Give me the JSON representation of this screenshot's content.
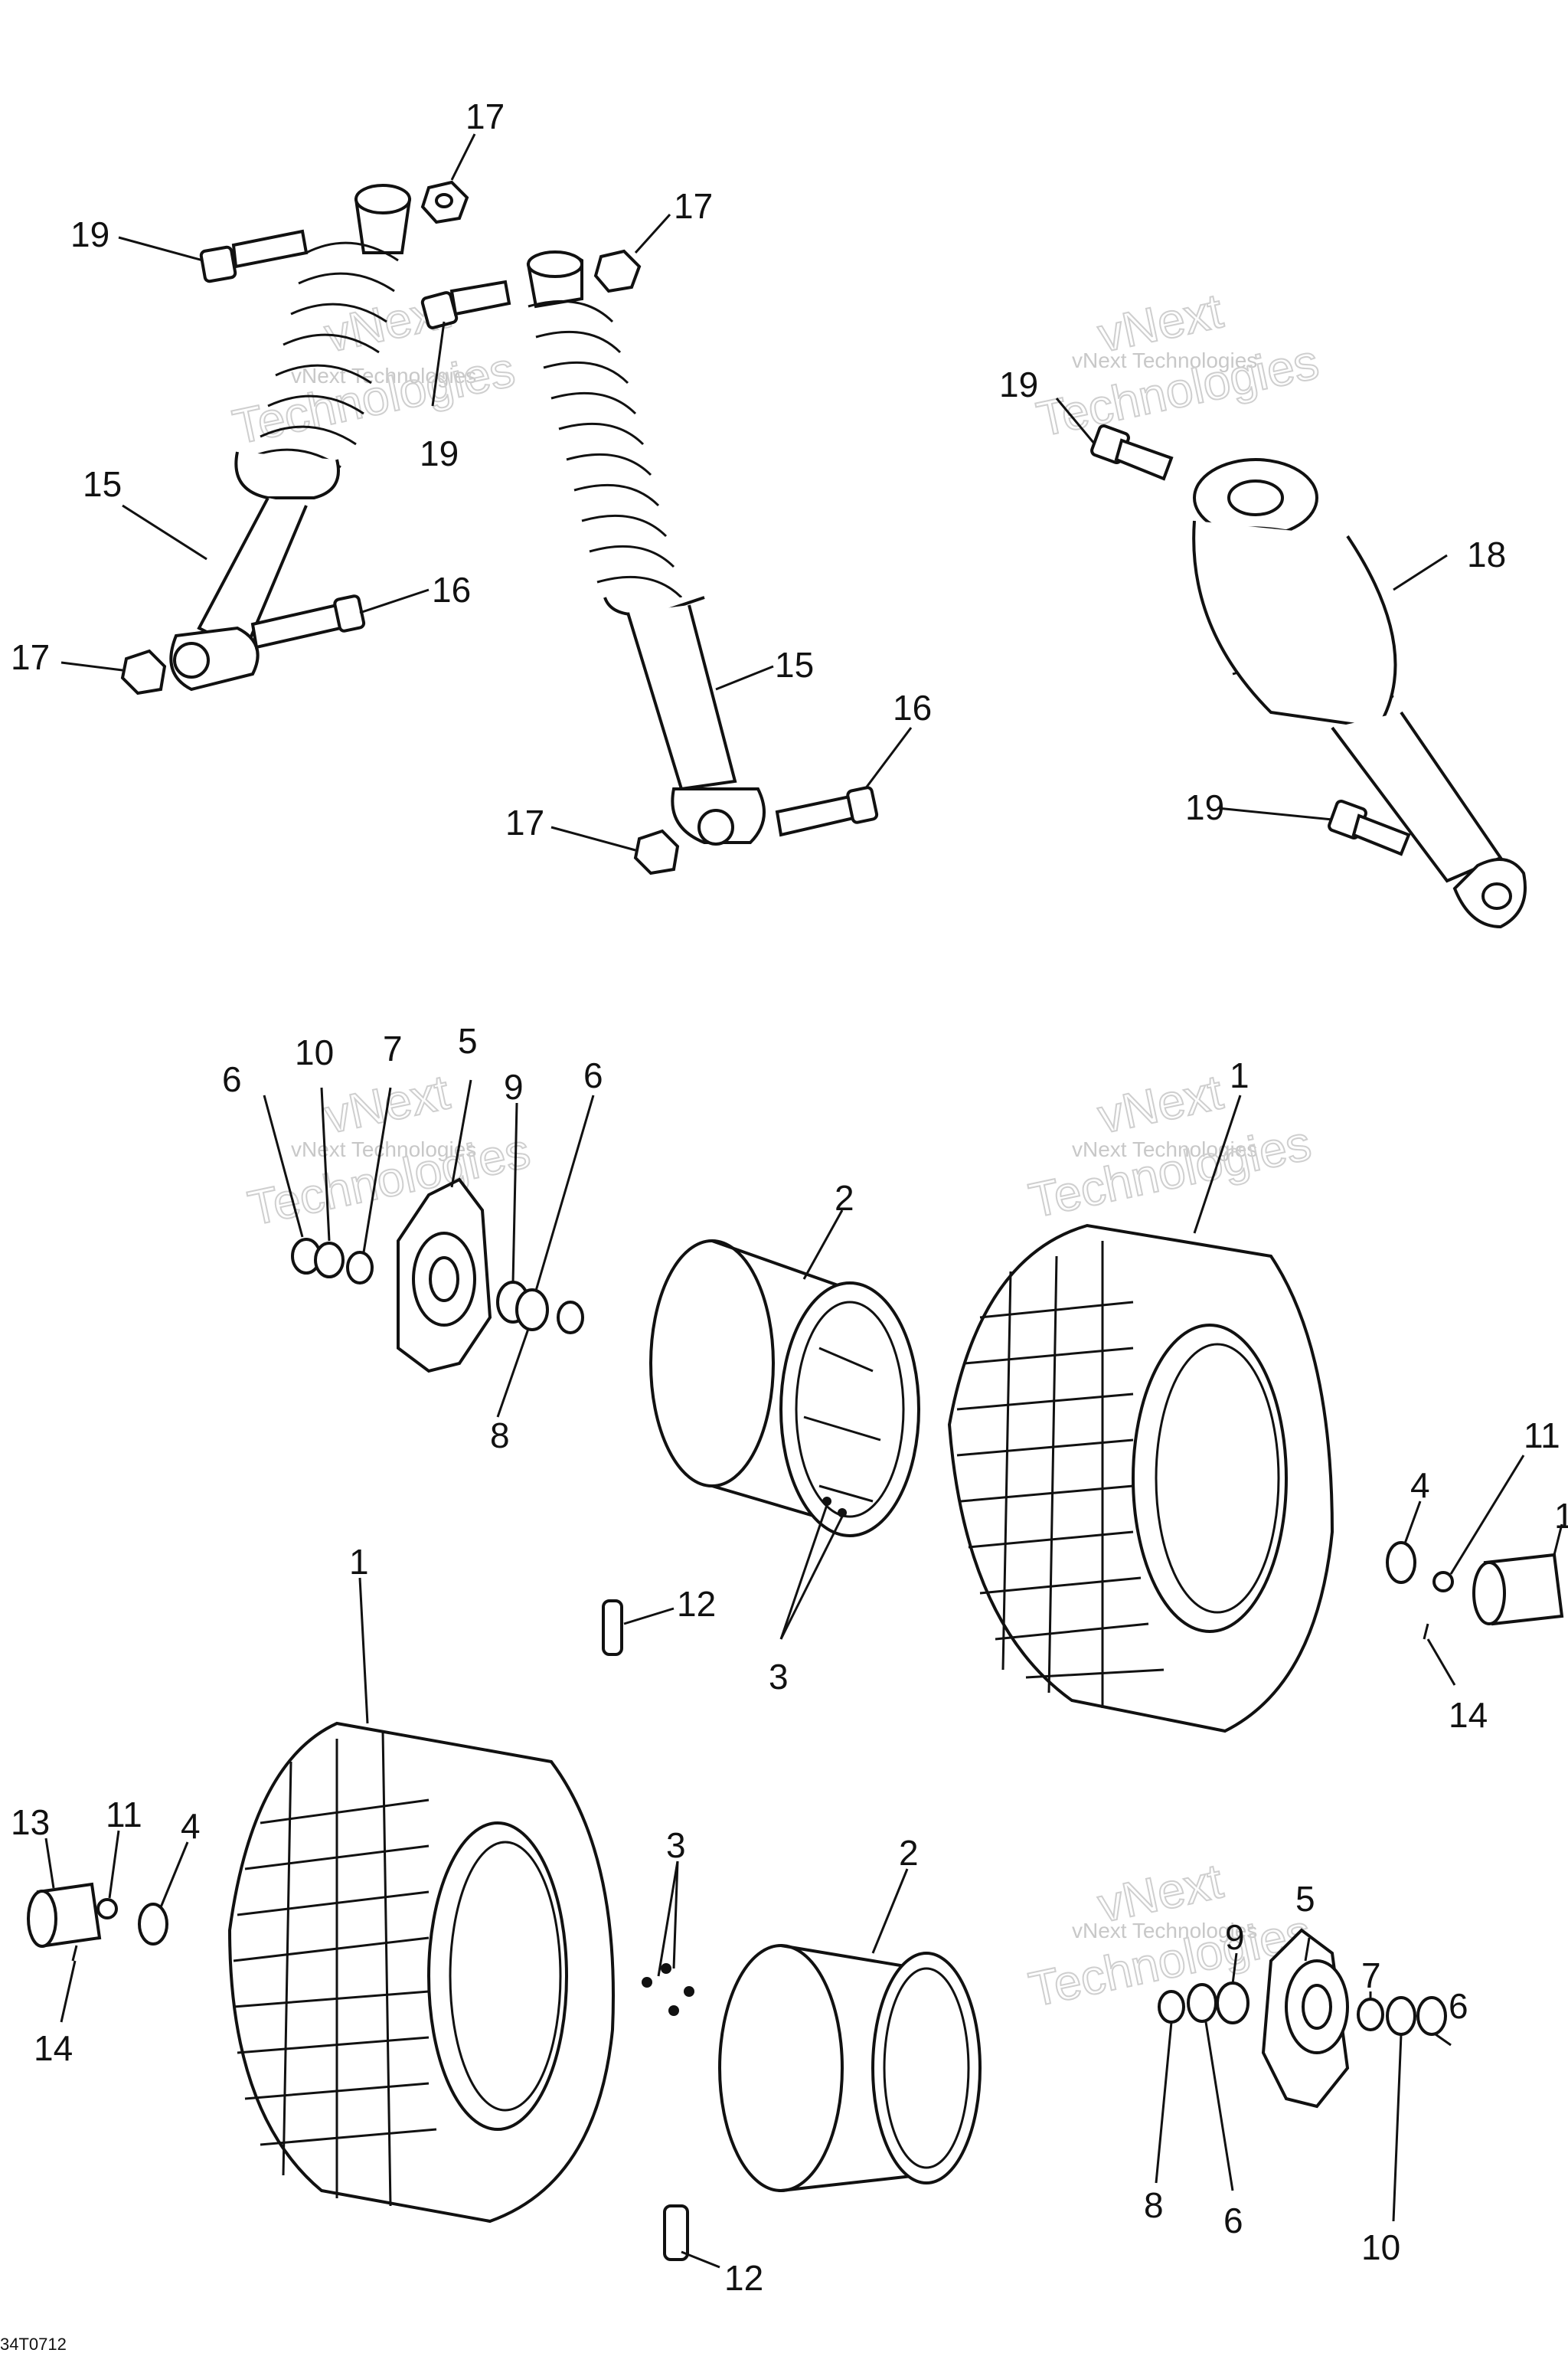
{
  "callouts": {
    "c17a": "17",
    "c19a": "19",
    "c17b": "17",
    "c19b": "19",
    "c15a": "15",
    "c16a": "16",
    "c17c": "17",
    "c15b": "15",
    "c16b": "16",
    "c17d": "17",
    "c19c": "19",
    "c18": "18",
    "c19d": "19",
    "h1_6a": "6",
    "h1_10": "10",
    "h1_7": "7",
    "h1_5": "5",
    "h1_9": "9",
    "h1_6b": "6",
    "h1_8": "8",
    "w1_2": "2",
    "w1_1": "1",
    "w1_3": "3",
    "w1_12": "12",
    "w1_4": "4",
    "w1_11": "11",
    "w1_13": "1",
    "w1_14": "14",
    "w2_1": "1",
    "w2_13": "13",
    "w2_11": "11",
    "w2_4": "4",
    "w2_14": "14",
    "w2_3": "3",
    "w2_2": "2",
    "w2_12": "12",
    "h2_9": "9",
    "h2_5": "5",
    "h2_7": "7",
    "h2_6a": "6",
    "h2_8": "8",
    "h2_6b": "6",
    "h2_10": "10"
  },
  "watermark": {
    "line1": "vNext",
    "line2": "vNext Technologies",
    "line3": "Technologies"
  },
  "corner_code": "34T0712"
}
